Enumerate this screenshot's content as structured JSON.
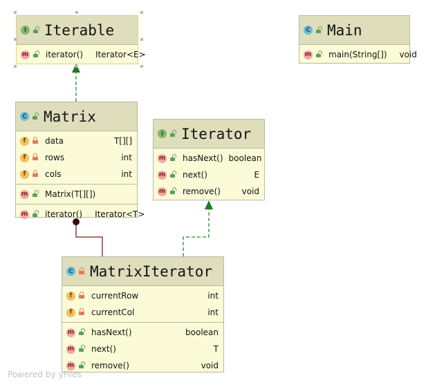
{
  "classes": {
    "iterable": {
      "name": "Iterable",
      "kind": "I",
      "methods": [
        {
          "name": "iterator()",
          "type": "Iterator<E>"
        }
      ]
    },
    "main": {
      "name": "Main",
      "kind": "C",
      "methods": [
        {
          "name": "main(String[])",
          "type": "void"
        }
      ]
    },
    "matrix": {
      "name": "Matrix",
      "kind": "C",
      "fields": [
        {
          "name": "data",
          "type": "T[][]"
        },
        {
          "name": "rows",
          "type": "int"
        },
        {
          "name": "cols",
          "type": "int"
        }
      ],
      "constructors": [
        {
          "name": "Matrix(T[][])"
        }
      ],
      "methods": [
        {
          "name": "iterator()",
          "type": "Iterator<T>"
        }
      ]
    },
    "iterator": {
      "name": "Iterator",
      "kind": "I",
      "methods": [
        {
          "name": "hasNext()",
          "type": "boolean"
        },
        {
          "name": "next()",
          "type": "E"
        },
        {
          "name": "remove()",
          "type": "void"
        }
      ]
    },
    "matrixIterator": {
      "name": "MatrixIterator",
      "kind": "C",
      "fields": [
        {
          "name": "currentRow",
          "type": "int"
        },
        {
          "name": "currentCol",
          "type": "int"
        }
      ],
      "methods": [
        {
          "name": "hasNext()",
          "type": "boolean"
        },
        {
          "name": "next()",
          "type": "T"
        },
        {
          "name": "remove()",
          "type": "void"
        }
      ]
    }
  },
  "edges": [
    {
      "from": "Matrix",
      "to": "Iterable",
      "kind": "implements"
    },
    {
      "from": "MatrixIterator",
      "to": "Iterator",
      "kind": "implements"
    },
    {
      "from": "Matrix",
      "to": "MatrixIterator",
      "kind": "inner-class"
    }
  ],
  "colors": {
    "header": "#dedebd",
    "body": "#fbfbd8",
    "realization": "#2a8a2a",
    "inner": "#7a1f1f"
  },
  "watermark": "Powered by yFiles"
}
